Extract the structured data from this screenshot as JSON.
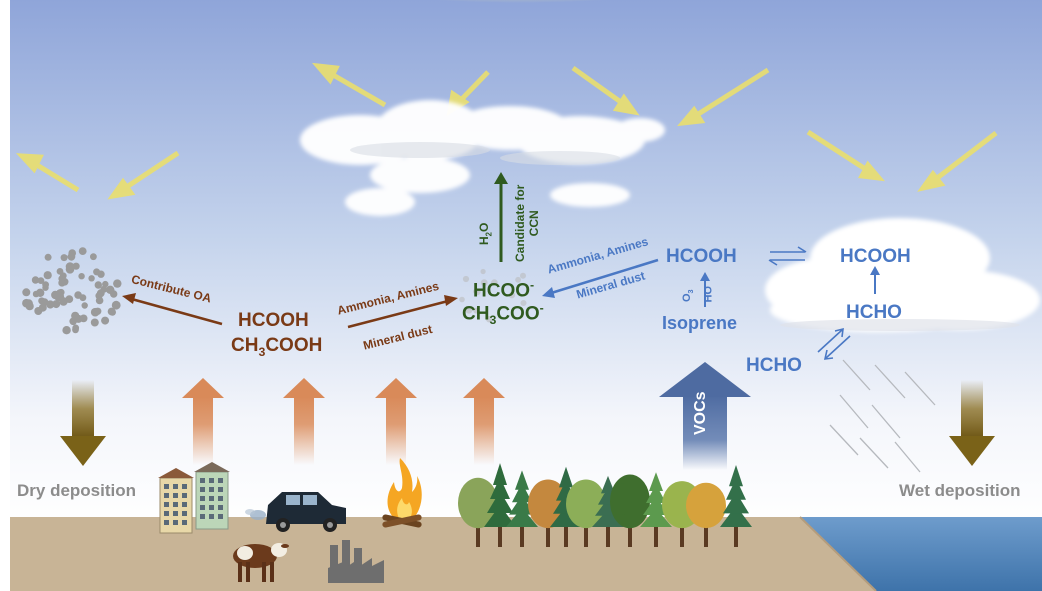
{
  "labels": {
    "dry_deposition": "Dry deposition",
    "wet_deposition": "Wet deposition",
    "contribute_oa": "Contribute OA",
    "hcooh_left": "HCOOH",
    "ch3cooh_left_a": "CH",
    "ch3cooh_left_sub": "3",
    "ch3cooh_left_b": "COOH",
    "ammonia_amines_left": "Ammonia, Amines",
    "mineral_dust_left": "Mineral dust",
    "hcoo_a": "HCOO",
    "hcoo_sup": "-",
    "ch3coo_a": "CH",
    "ch3coo_sub": "3",
    "ch3coo_b": "COO",
    "ch3coo_sup": "-",
    "h2o_a": "H",
    "h2o_sub": "2",
    "h2o_b": "O",
    "candidate_ccn_1": "Candidate for",
    "candidate_ccn_2": "CCN",
    "ammonia_amines_right": "Ammonia, Amines",
    "mineral_dust_right": "Mineral dust",
    "hcooh_mid": "HCOOH",
    "o3_a": "O",
    "o3_sub": "3",
    "oh": "OH",
    "isoprene": "Isoprene",
    "hcooh_cloud": "HCOOH",
    "hcho_cloud": "HCHO",
    "hcho_out": "HCHO",
    "vocs": "VOCs"
  },
  "colors": {
    "brown_text": "#7a3a16",
    "green_text": "#2f5a1f",
    "blue_text": "#4a78c4",
    "sky_top": "#8fa5d9",
    "ground": "#c8b496",
    "sea": "#4a7fb5",
    "sun": "#f7ec86",
    "deposition_arrow": "#7d6418",
    "emission_arrow": "#d98a59"
  },
  "icons": [
    "sun-icon",
    "cloud-icon",
    "buildings-icon",
    "car-icon",
    "cow-icon",
    "factory-icon",
    "fire-icon",
    "forest-icon",
    "rain-icon",
    "particles-icon"
  ]
}
